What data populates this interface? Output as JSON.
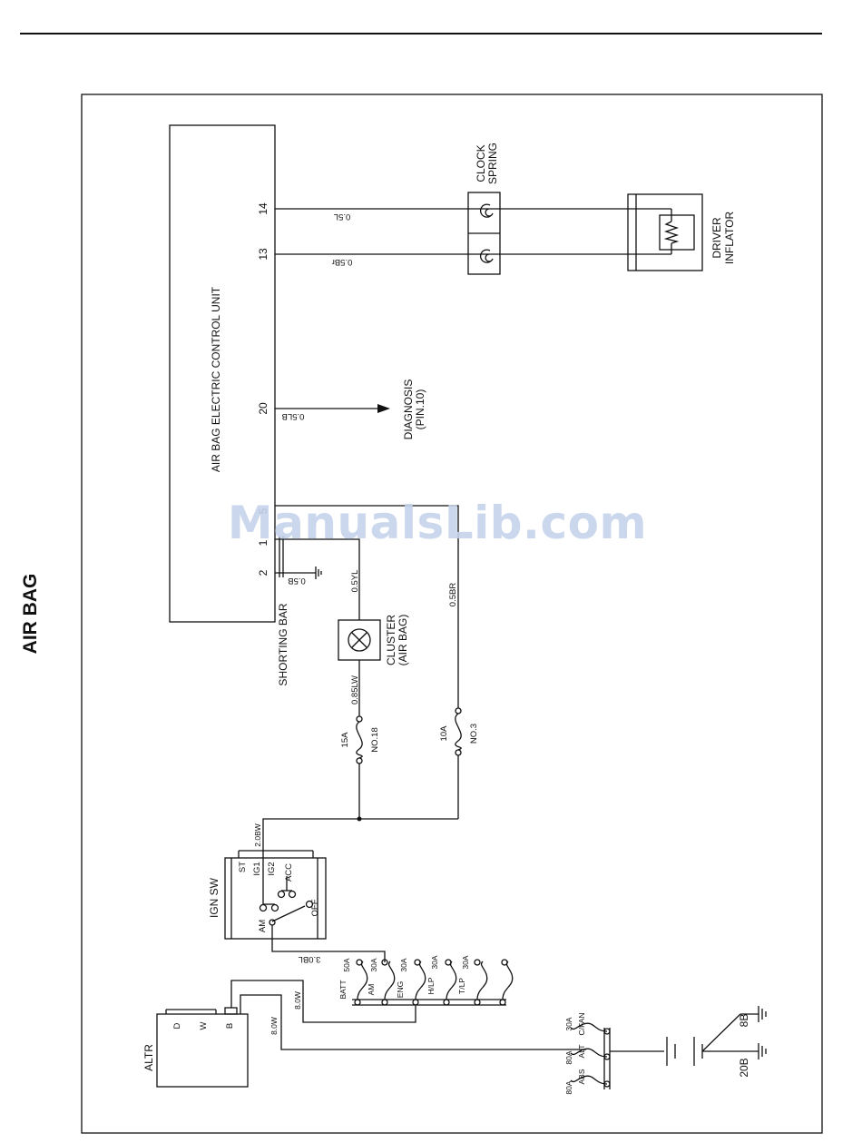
{
  "section_title": "AIR BAG",
  "watermark": "ManualsLib.com",
  "components": {
    "ecu": "AIR BAG ELECTRIC CONTROL UNIT",
    "clock_spring": [
      "CLOCK",
      "SPRING"
    ],
    "driver_inflator": [
      "DRIVER",
      "INFLATOR"
    ],
    "diagnosis": [
      "DIAGNOSIS",
      "(PIN.10)"
    ],
    "shorting_bar": "SHORTING BAR",
    "cluster": [
      "CLUSTER",
      "(AIR BAG)"
    ],
    "ign_sw": "IGN SW",
    "altr": "ALTR"
  },
  "ecu_pins": [
    "14",
    "13",
    "20",
    "5",
    "1",
    "2"
  ],
  "wires": {
    "pin14": "0.5L",
    "pin13": "0.5Br",
    "pin20": "0.5LB",
    "ground": "0.5B",
    "cluster_feed": "0.5YL",
    "pin5_feed": "0.5BR",
    "fuse18_feed": "0.85LW",
    "ign_out": "2.0BW",
    "ign_in": "3.0BL",
    "altr_b": "8.0W",
    "altr_b2": "8.0W"
  },
  "fuses": [
    {
      "rating": "15A",
      "number": "NO.18"
    },
    {
      "rating": "10A",
      "number": "NO.3"
    }
  ],
  "ign_terminals": [
    "ST",
    "IG1",
    "IG2",
    "ACC",
    "OFF",
    "AM"
  ],
  "altr_terminals": [
    "D",
    "W",
    "B"
  ],
  "fusible_links_upper": [
    {
      "name": "BATT",
      "rating": "50A"
    },
    {
      "name": "AM",
      "rating": "30A"
    },
    {
      "name": "ENG",
      "rating": "30A"
    },
    {
      "name": "H/LP",
      "rating": "30A"
    },
    {
      "name": "T/LP",
      "rating": "30A"
    }
  ],
  "fusible_links_lower": [
    {
      "name": "ABS",
      "rating": "80A"
    },
    {
      "name": "ALT",
      "rating": "80A"
    },
    {
      "name": "C/FAN",
      "rating": "30A"
    }
  ],
  "battery_labels": [
    "20B",
    "8B"
  ]
}
